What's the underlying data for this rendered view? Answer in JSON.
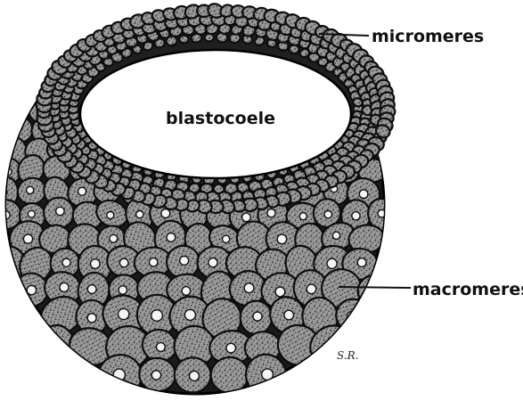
{
  "figure": {
    "labels": {
      "cavity": "blastocoele",
      "upper_cells": "micromeres",
      "lower_cells": "macromeres"
    },
    "signature": "S.R."
  },
  "colors": {
    "ink": "#111111",
    "cell_fill": "#8a8a8a",
    "cell_outline": "#0d0d0d",
    "paper": "#ffffff"
  }
}
